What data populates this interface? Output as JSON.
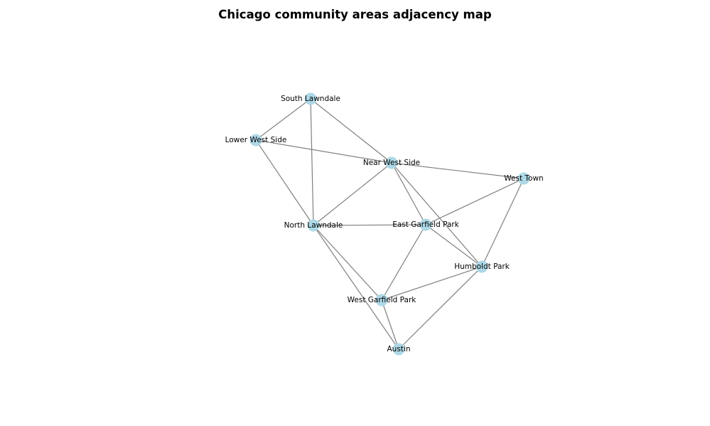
{
  "title": "Chicago community areas adjacency map",
  "colors": {
    "node": "#add8e6",
    "edge": "#808080",
    "background": "#ffffff"
  },
  "nodes": [
    {
      "id": "south_lawndale",
      "label": "South Lawndale"
    },
    {
      "id": "lower_west_side",
      "label": "Lower West Side"
    },
    {
      "id": "near_west_side",
      "label": "Near West Side"
    },
    {
      "id": "west_town",
      "label": "West Town"
    },
    {
      "id": "north_lawndale",
      "label": "North Lawndale"
    },
    {
      "id": "east_garfield_park",
      "label": "East Garfield Park"
    },
    {
      "id": "humboldt_park",
      "label": "Humboldt Park"
    },
    {
      "id": "west_garfield_park",
      "label": "West Garfield Park"
    },
    {
      "id": "austin",
      "label": "Austin"
    }
  ],
  "edges": [
    [
      "south_lawndale",
      "lower_west_side"
    ],
    [
      "south_lawndale",
      "near_west_side"
    ],
    [
      "south_lawndale",
      "north_lawndale"
    ],
    [
      "lower_west_side",
      "near_west_side"
    ],
    [
      "lower_west_side",
      "north_lawndale"
    ],
    [
      "near_west_side",
      "west_town"
    ],
    [
      "near_west_side",
      "north_lawndale"
    ],
    [
      "near_west_side",
      "east_garfield_park"
    ],
    [
      "near_west_side",
      "humboldt_park"
    ],
    [
      "west_town",
      "east_garfield_park"
    ],
    [
      "west_town",
      "humboldt_park"
    ],
    [
      "north_lawndale",
      "east_garfield_park"
    ],
    [
      "north_lawndale",
      "west_garfield_park"
    ],
    [
      "north_lawndale",
      "austin"
    ],
    [
      "east_garfield_park",
      "humboldt_park"
    ],
    [
      "east_garfield_park",
      "west_garfield_park"
    ],
    [
      "humboldt_park",
      "west_garfield_park"
    ],
    [
      "humboldt_park",
      "austin"
    ],
    [
      "west_garfield_park",
      "austin"
    ]
  ]
}
